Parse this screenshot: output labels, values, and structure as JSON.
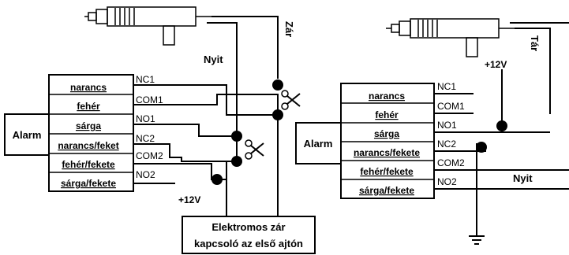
{
  "left": {
    "nyit": "Nyit",
    "zar": "Zár",
    "alarm": "Alarm",
    "wires": [
      "narancs",
      "fehér",
      "sárga",
      "narancs/feket",
      "fehér/fekete",
      "sárga/fekete"
    ],
    "pins": [
      "NC1",
      "COM1",
      "NO1",
      "NC2",
      "COM2",
      "NO2"
    ],
    "plus12v": "+12V",
    "lock_box": [
      "Elektromos zár",
      "kapcsoló az első ajtón"
    ]
  },
  "right": {
    "tar": "Tár",
    "plus12v": "+12V",
    "alarm": "Alarm",
    "wires": [
      "narancs",
      "fehér",
      "sárga",
      "narancs/fekete",
      "fehér/fekete",
      "sárga/fekete"
    ],
    "pins": [
      "NC1",
      "COM1",
      "NO1",
      "NC2",
      "COM2",
      "NO2"
    ],
    "nyit": "Nyit"
  },
  "icons": [
    "actuator-icon",
    "scissors-icon",
    "ground-icon"
  ]
}
